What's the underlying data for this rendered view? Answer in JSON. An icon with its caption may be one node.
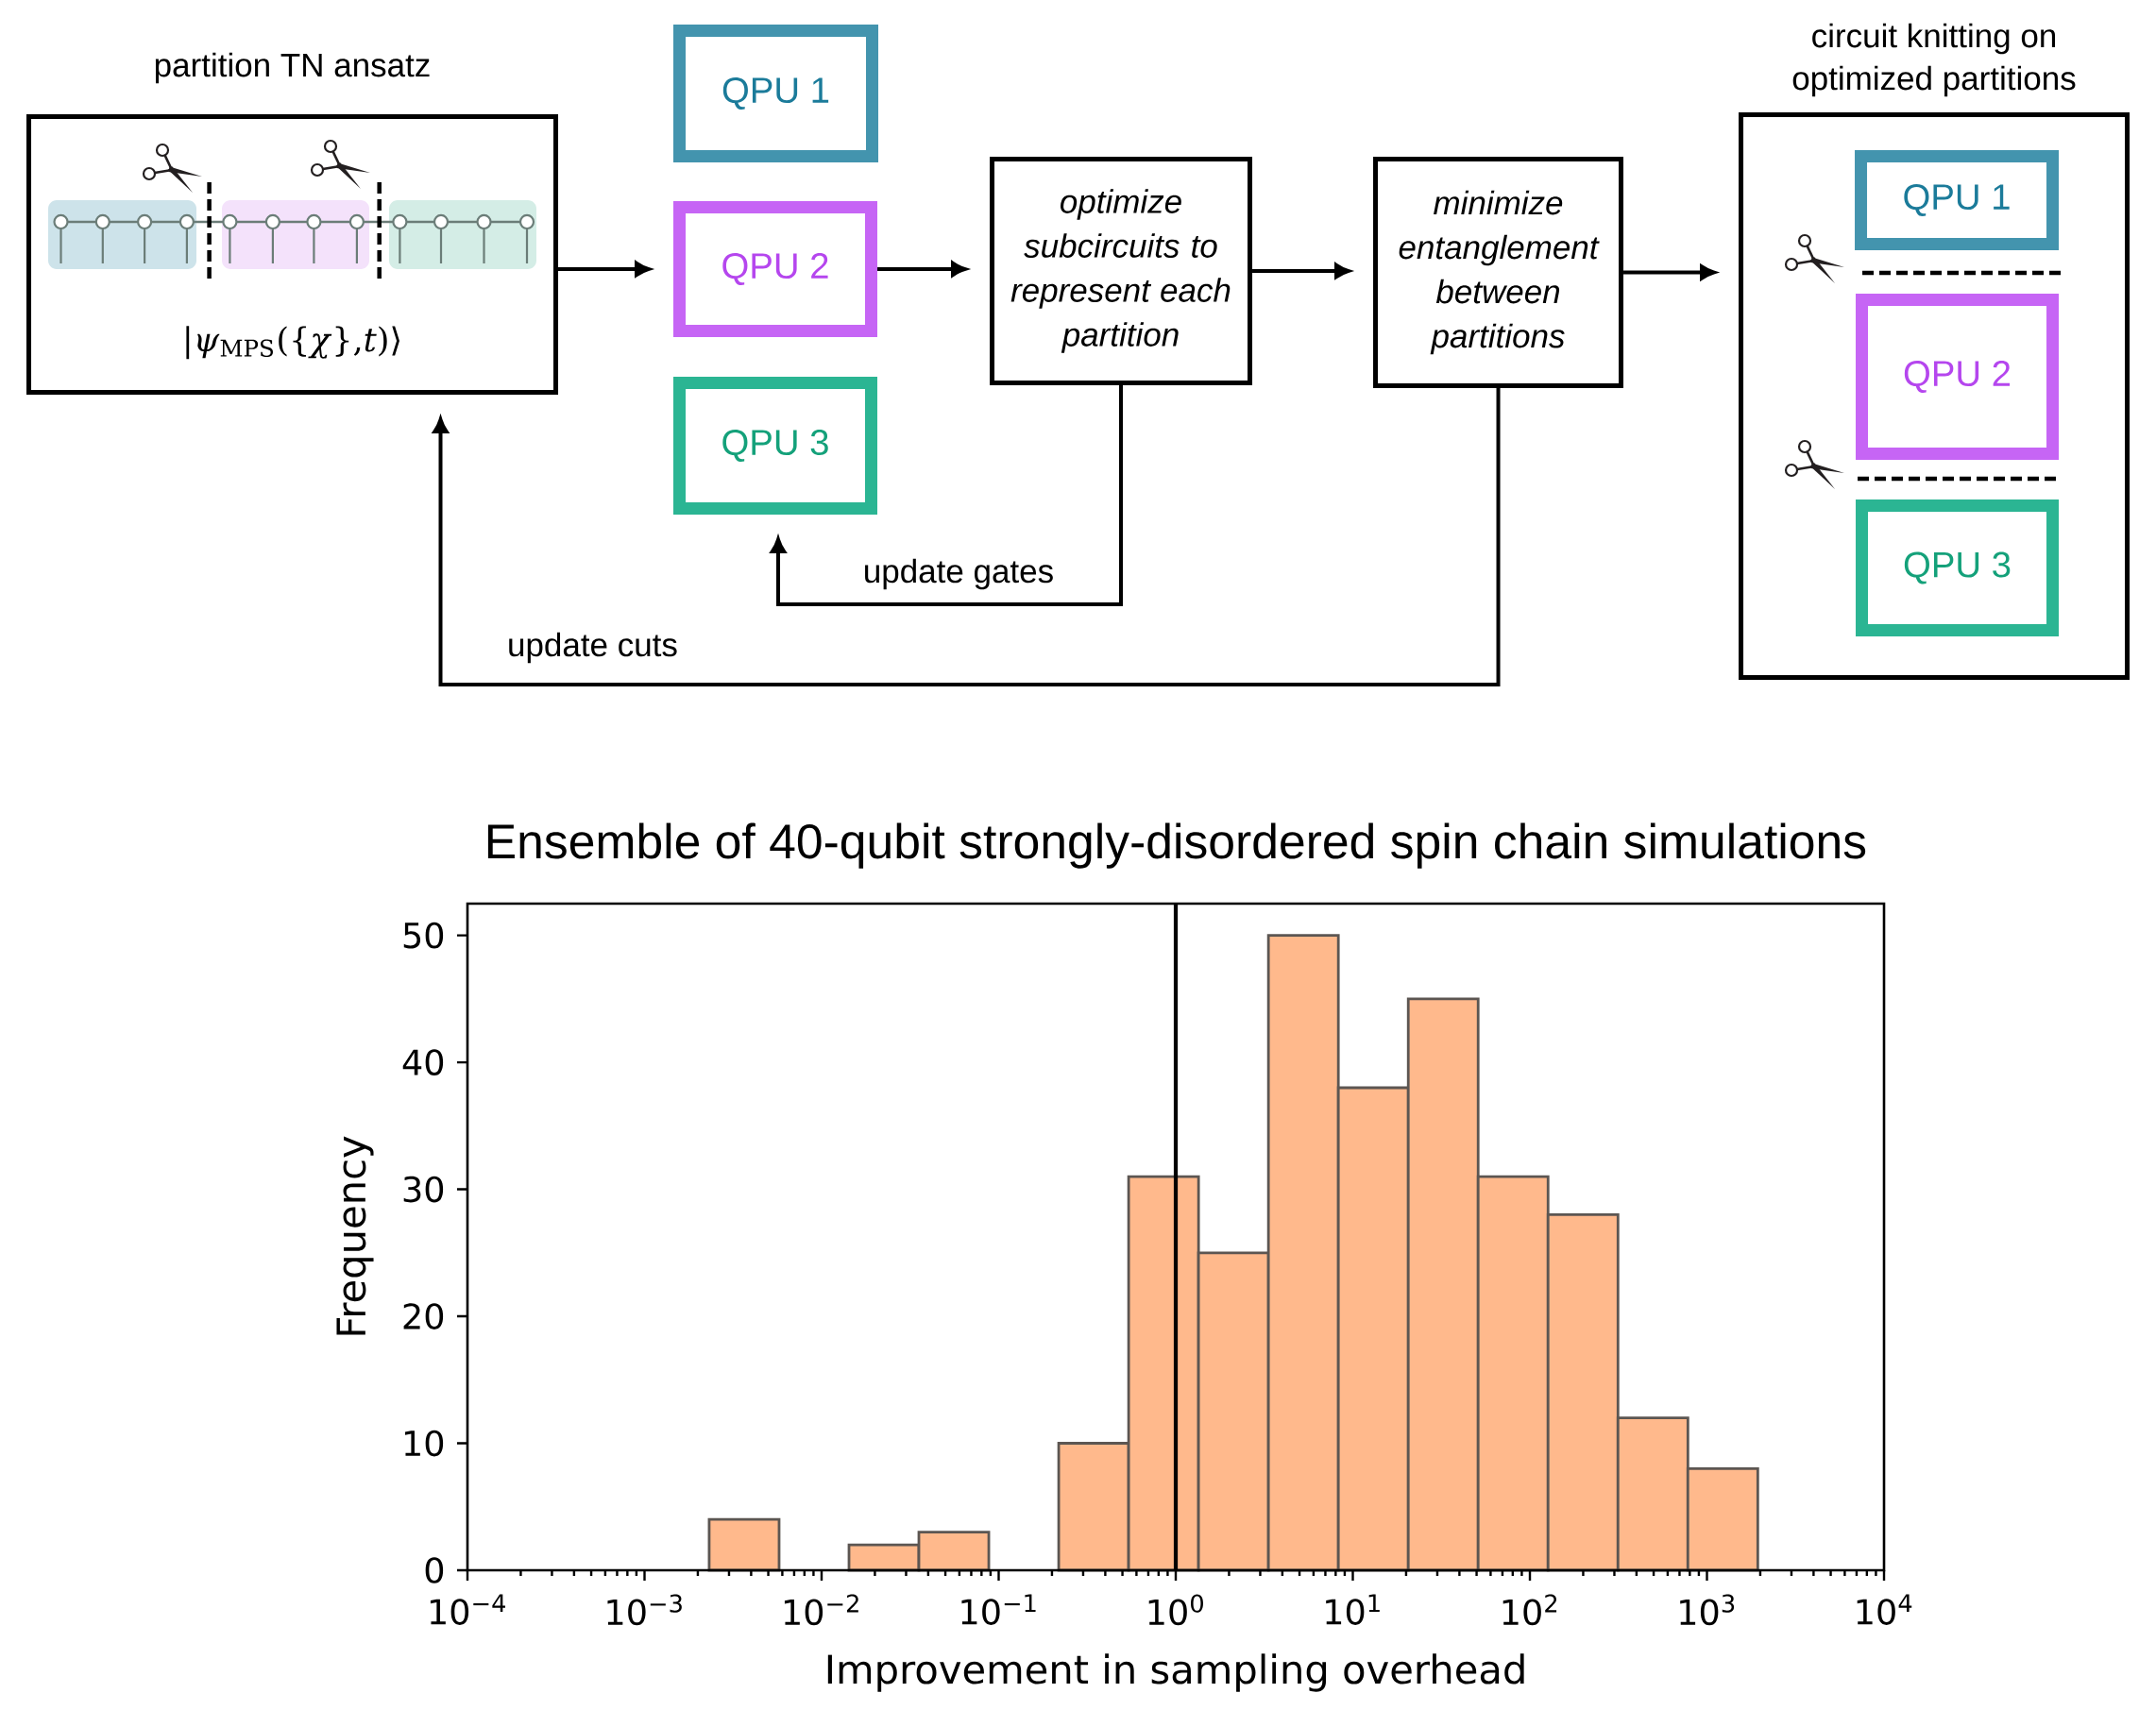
{
  "diagram": {
    "nodes": [
      {
        "text": [
          "partition TN ansatz",
          "|*ψ*$_{MPS}$({*χ*},*t*)⟩"
        ]
      },
      {
        "text": [
          "QPU 1"
        ]
      },
      {
        "text": [
          "QPU 2"
        ]
      },
      {
        "text": [
          "QPU 3"
        ]
      },
      {
        "text": [
          "optimize subcircuits to represent each partition"
        ]
      },
      {
        "text": [
          "minimize entanglement between partitions"
        ]
      },
      {
        "text": [
          "circuit knitting on optimized partitions"
        ]
      },
      {
        "text": [
          "QPU 1"
        ],
        "in": 6
      },
      {
        "text": [
          "QPU 2"
        ],
        "in": 6
      },
      {
        "text": [
          "QPU 3"
        ],
        "in": 6
      }
    ],
    "edges": [
      {
        "from": 0,
        "to": 2,
        "arrow": "to"
      },
      {
        "from": 2,
        "to": 4,
        "arrow": "to"
      },
      {
        "from": 4,
        "to": 5,
        "arrow": "to"
      },
      {
        "from": 5,
        "to": 6,
        "arrow": "to"
      },
      {
        "from": 4,
        "to": 3,
        "arrow": "to",
        "label": "update gates"
      },
      {
        "from": 5,
        "to": 0,
        "arrow": "to",
        "label": "update cuts"
      }
    ],
    "chart_data": {
      "type": "bar",
      "title": "Ensemble of 40-qubit strongly-disordered spin chain simulations",
      "xlabel": "Improvement in sampling overhead",
      "ylabel": "Frequency",
      "log": "x",
      "x": [
        0.003651,
        0.009062,
        0.02249,
        0.05582,
        0.1385,
        0.3439,
        0.8536,
        2.118,
        5.258,
        13.05,
        32.39,
        80.39,
        199.5,
        495.2,
        1229
      ],
      "series": [
        {
          "color": "#FFB98C",
          "values": [
            4,
            0,
            2,
            3,
            0,
            10,
            31,
            25,
            50,
            38,
            45,
            31,
            28,
            12,
            8
          ]
        }
      ],
      "xlim": [
        0.0001,
        10000
      ],
      "ylim": [
        0,
        52.5
      ],
      "xticks": [
        {
          "value": 0.0001,
          "label": "10$^{−4}$"
        },
        {
          "value": 0.001,
          "label": "10$^{−3}$"
        },
        {
          "value": 0.01,
          "label": "10$^{−2}$"
        },
        {
          "value": 0.1,
          "label": "10$^{−1}$"
        },
        {
          "value": 1,
          "label": "10$^{0}$"
        },
        {
          "value": 10,
          "label": "10$^{1}$"
        },
        {
          "value": 100,
          "label": "10$^{2}$"
        },
        {
          "value": 1000,
          "label": "10$^{3}$"
        },
        {
          "value": 10000,
          "label": "10$^{4}$"
        }
      ],
      "yticks": [
        0,
        10,
        20,
        30,
        40,
        50
      ],
      "ref_lines": [
        {
          "axis": "x",
          "value": 1
        }
      ]
    }
  }
}
